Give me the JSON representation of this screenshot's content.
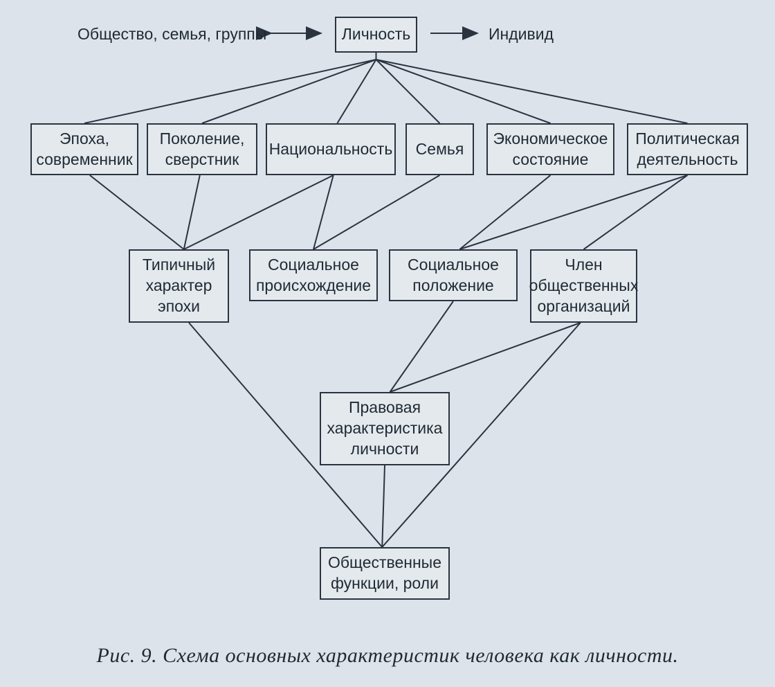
{
  "diagram": {
    "left_label": "Общество, семья, группы",
    "right_label": "Индивид",
    "nodes": {
      "lichnost": "Личность",
      "epokha": "Эпоха,\nсовременник",
      "pokolenie": "Поколение,\nсверстник",
      "natsionalnost": "Национальность",
      "semya": "Семья",
      "ekonom": "Экономическое\nсостояние",
      "polit": "Политическая\nдеятельность",
      "tipichny": "Типичный\nхарактер\nэпохи",
      "sots_proiskh": "Социальное\nпроисхождение",
      "sots_polozh": "Социальное\nположение",
      "chlen": "Член\nобщественных\nорганизаций",
      "pravovaya": "Правовая\nхарактеристика\nличности",
      "funktsii": "Общественные\nфункции, роли"
    },
    "edges": [
      [
        "lichnost",
        "epokha"
      ],
      [
        "lichnost",
        "pokolenie"
      ],
      [
        "lichnost",
        "natsionalnost"
      ],
      [
        "lichnost",
        "semya"
      ],
      [
        "lichnost",
        "ekonom"
      ],
      [
        "lichnost",
        "polit"
      ],
      [
        "epokha",
        "tipichny"
      ],
      [
        "pokolenie",
        "tipichny"
      ],
      [
        "natsionalnost",
        "tipichny"
      ],
      [
        "natsionalnost",
        "sots_proiskh"
      ],
      [
        "semya",
        "sots_proiskh"
      ],
      [
        "ekonom",
        "sots_polozh"
      ],
      [
        "polit",
        "sots_polozh"
      ],
      [
        "polit",
        "chlen"
      ],
      [
        "tipichny",
        "funktsii"
      ],
      [
        "sots_polozh",
        "pravovaya"
      ],
      [
        "chlen",
        "pravovaya"
      ],
      [
        "chlen",
        "funktsii"
      ],
      [
        "pravovaya",
        "funktsii"
      ]
    ]
  },
  "caption": "Рис. 9. Схема основных характеристик человека как личности."
}
